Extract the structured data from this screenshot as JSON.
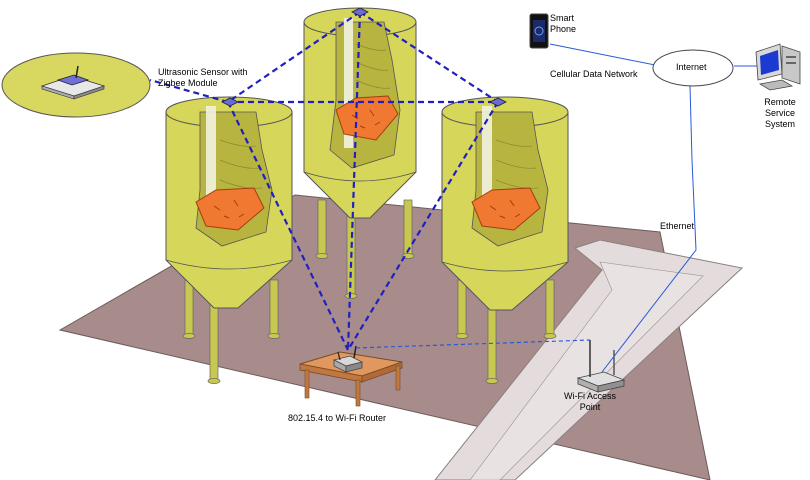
{
  "labels": {
    "sensor_line1": "Ultrasonic Sensor with",
    "sensor_line2": "Zigbee Module",
    "phone_line1": "Smart",
    "phone_line2": "Phone",
    "cellular": "Cellular Data Network",
    "internet": "Internet",
    "remote_line1": "Remote",
    "remote_line2": "Service",
    "remote_line3": "System",
    "ethernet": "Ethernet",
    "ap_line1": "Wi-Fi Access",
    "ap_line2": "Point",
    "router": "802.15.4 to Wi-Fi Router"
  },
  "colors": {
    "silo": "#d6d65a",
    "silo_dark": "#b8b440",
    "grain": "#f07830",
    "floor": "#a88c8c",
    "path": "#e0d8d8",
    "zigbee_link": "#2020c0",
    "wired_link": "#2a5ad8",
    "sensor_bubble": "#d8d860"
  },
  "icons": [
    "ultrasonic-sensor-icon",
    "smartphone-icon",
    "desktop-computer-icon",
    "router-icon",
    "wifi-access-point-icon"
  ]
}
